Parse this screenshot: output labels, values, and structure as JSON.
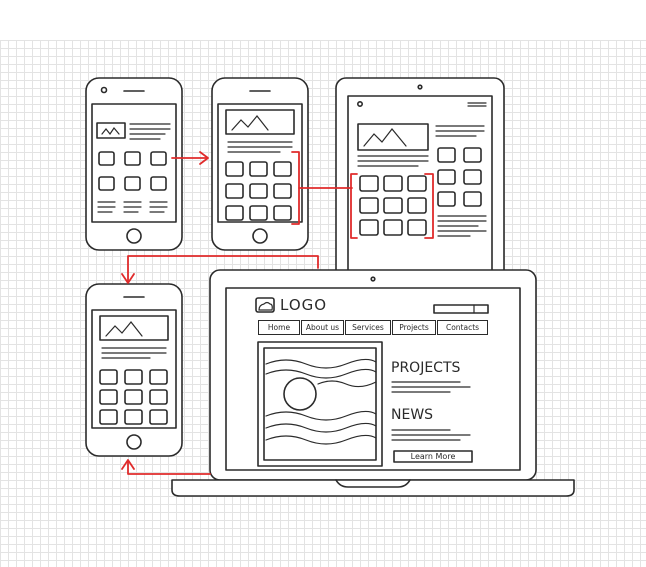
{
  "website": {
    "logo_text": "LOGO",
    "nav_items": [
      "Home",
      "About us",
      "Services",
      "Projects",
      "Contacts"
    ],
    "projects_heading": "PROJECTS",
    "news_heading": "NEWS",
    "cta_label": "Learn More"
  },
  "colors": {
    "ink": "#2b2b2b",
    "arrow": "#e02b2b",
    "grid": "#e3e3e3"
  }
}
